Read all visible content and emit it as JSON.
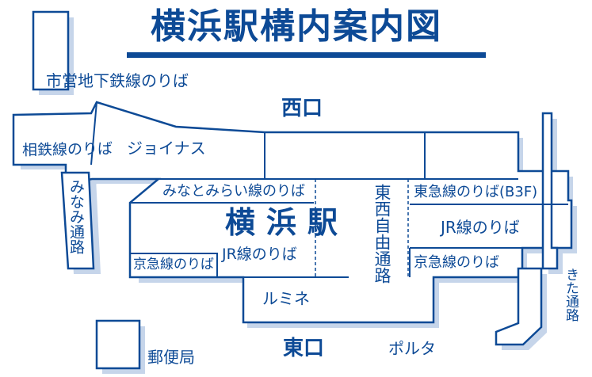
{
  "title": "横浜駅構内案内図",
  "colors": {
    "line": "#0d4a96",
    "shadow": "#c6d5ea",
    "text": "#0d4a96",
    "background": "#ffffff"
  },
  "labels": {
    "subway": "市営地下鉄線のりば",
    "west_exit": "西口",
    "sotetsu": "相鉄線のりば",
    "joinus": "ジョイナス",
    "minami_passage": "みなみ通路",
    "minatomirai": "みなとみらい線のりば",
    "station_name": "横浜駅",
    "jr_left": "JR線のりば",
    "keikyu_left": "京急線のりば",
    "east_west_passage": "東西自由通路",
    "tokyu": "東急線のりば(B3F)",
    "jr_right": "JR線のりば",
    "keikyu_right": "京急線のりば",
    "lumine": "ルミネ",
    "kita_passage": "きた通路",
    "east_exit": "東口",
    "porta": "ポルタ",
    "post_office": "郵便局"
  }
}
